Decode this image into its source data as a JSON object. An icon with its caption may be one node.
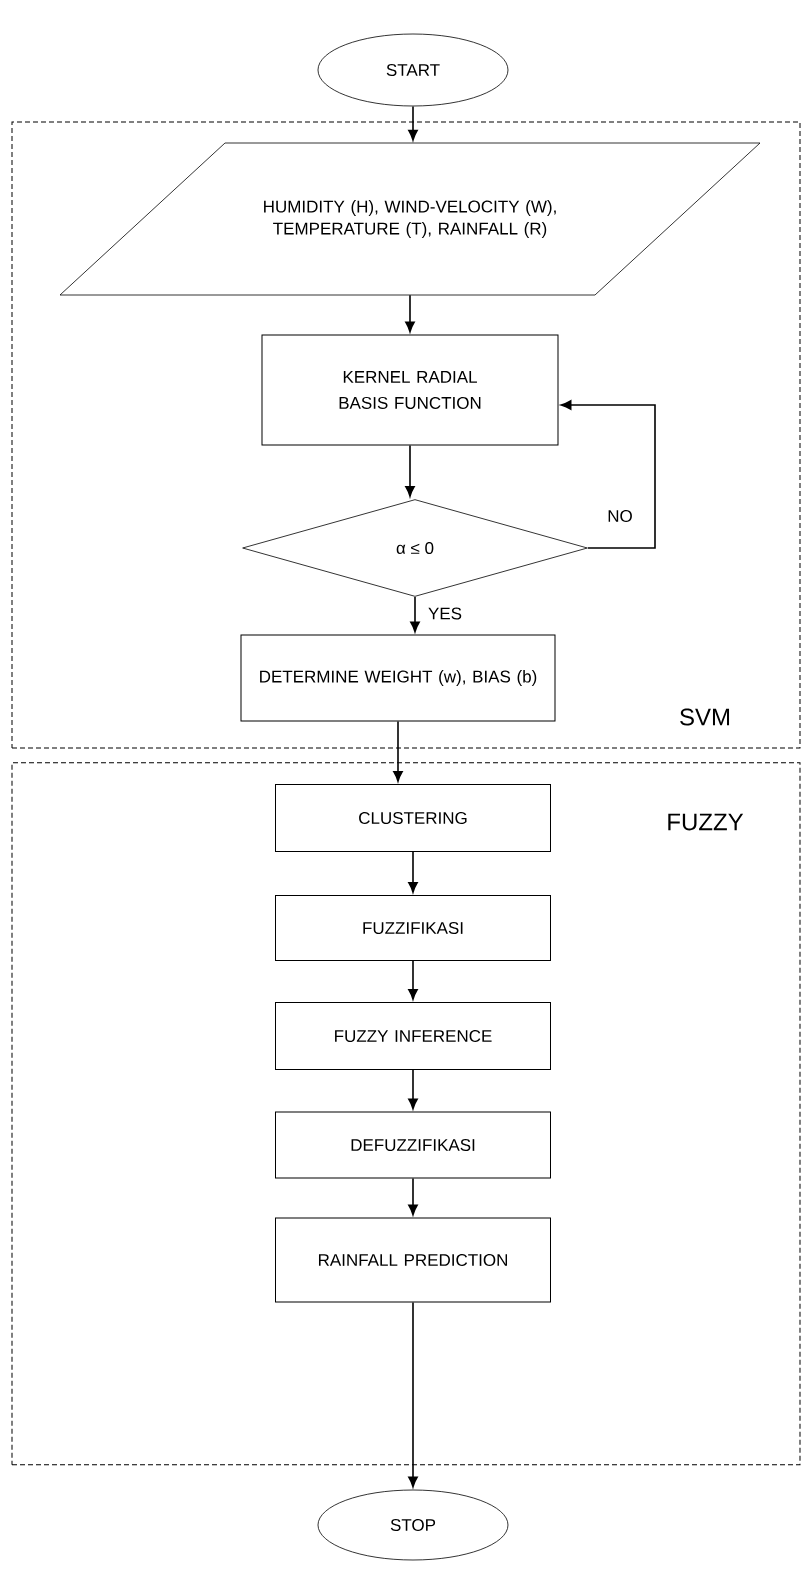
{
  "diagram": {
    "nodes": [
      {
        "text": [
          "START"
        ]
      },
      {
        "text": [
          "SVM"
        ]
      },
      {
        "text": [
          "HUMIDITY (H), WIND-VELOCITY (W), TEMPERATURE (T), RAINFALL (R)"
        ],
        "in": 1
      },
      {
        "text": [
          "KERNEL RADIAL BASIS FUNCTION"
        ],
        "in": 1
      },
      {
        "text": [
          "α ≤ 0"
        ],
        "in": 1
      },
      {
        "text": [
          "DETERMINE WEIGHT (w), BIAS (b)"
        ],
        "in": 1
      },
      {
        "text": [
          "FUZZY"
        ]
      },
      {
        "text": [
          "CLUSTERING"
        ],
        "in": 6
      },
      {
        "text": [
          "FUZZIFIKASI"
        ],
        "in": 6
      },
      {
        "text": [
          "FUZZY INFERENCE"
        ],
        "in": 6
      },
      {
        "text": [
          "DEFUZZIFIKASI"
        ],
        "in": 6
      },
      {
        "text": [
          "RAINFALL PREDICTION"
        ],
        "in": 6
      },
      {
        "text": [
          "STOP"
        ]
      }
    ],
    "edges": [
      {
        "from": 0,
        "to": 2,
        "arrow": "to"
      },
      {
        "from": 2,
        "to": 3,
        "arrow": "to"
      },
      {
        "from": 3,
        "to": 4,
        "arrow": "to"
      },
      {
        "from": 4,
        "to": 3,
        "arrow": "to",
        "label": "NO"
      },
      {
        "from": 4,
        "to": 5,
        "arrow": "to",
        "label": "YES"
      },
      {
        "from": 5,
        "to": 7,
        "arrow": "to"
      },
      {
        "from": 7,
        "to": 8,
        "arrow": "to"
      },
      {
        "from": 8,
        "to": 9,
        "arrow": "to"
      },
      {
        "from": 9,
        "to": 10,
        "arrow": "to"
      },
      {
        "from": 10,
        "to": 11,
        "arrow": "to"
      },
      {
        "from": 11,
        "to": 12,
        "arrow": "to"
      }
    ]
  }
}
